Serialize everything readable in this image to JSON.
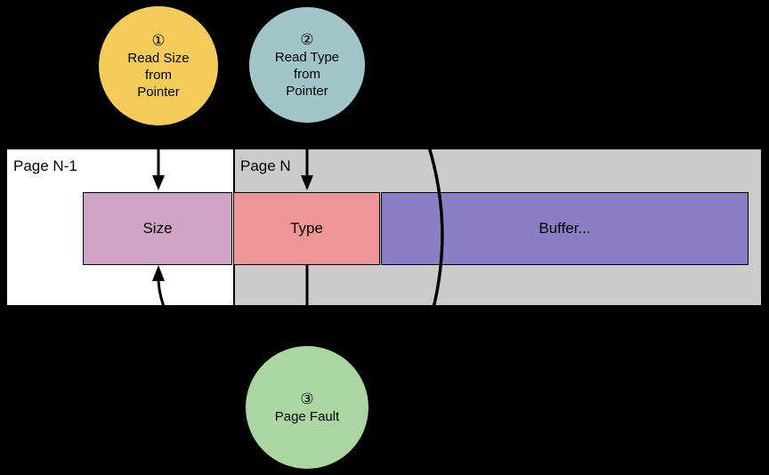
{
  "scene": {
    "background_color": "#000000",
    "line_color": "#000000",
    "text_color": "#000000"
  },
  "memory": {
    "page_left": {
      "label": "Page N-1",
      "fill": "#FFFFFF"
    },
    "page_right": {
      "label": "Page N",
      "fill": "#CBCBCB"
    },
    "fields": [
      {
        "label": "Size",
        "fill": "#CFA3C3"
      },
      {
        "label": "Type",
        "fill": "#EE9598"
      },
      {
        "label": "Buffer...",
        "fill": "#8C7EC4"
      }
    ]
  },
  "steps": [
    {
      "number": "①",
      "text": "Read Size\nfrom\nPointer",
      "fill": "#F5CC5C"
    },
    {
      "number": "②",
      "text": "Read Type\nfrom\nPointer",
      "fill": "#A2C5C9"
    },
    {
      "number": "③",
      "text": "Page Fault",
      "fill": "#ABD5A3"
    }
  ]
}
